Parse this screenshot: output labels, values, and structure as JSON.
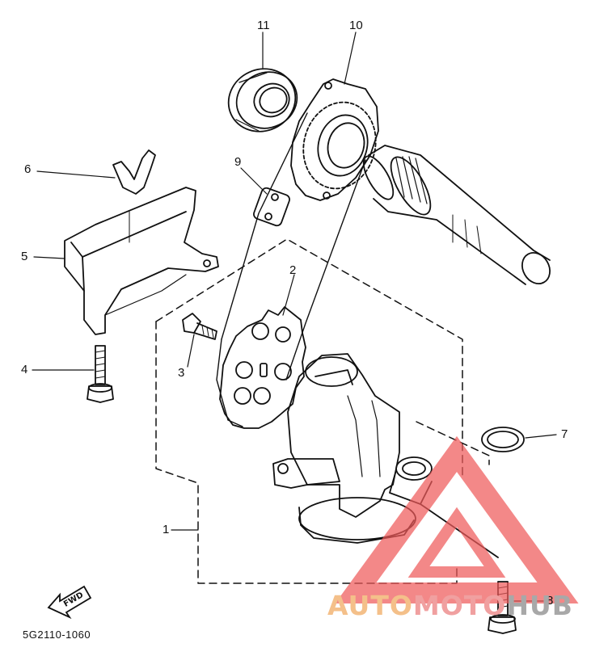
{
  "callouts": [
    {
      "id": "1",
      "text": "1"
    },
    {
      "id": "2",
      "text": "2"
    },
    {
      "id": "3",
      "text": "3"
    },
    {
      "id": "4",
      "text": "4"
    },
    {
      "id": "5",
      "text": "5"
    },
    {
      "id": "6",
      "text": "6"
    },
    {
      "id": "7",
      "text": "7"
    },
    {
      "id": "8",
      "text": "8"
    },
    {
      "id": "9",
      "text": "9"
    },
    {
      "id": "10",
      "text": "10"
    },
    {
      "id": "11",
      "text": "11"
    }
  ],
  "direction_arrow": {
    "text": "FWD"
  },
  "diagram_code": "5G2110-1060",
  "watermark": {
    "part1": "AUTO",
    "part2": "MOTO",
    "part3": "HUB",
    "color_part1": "#f4c08a",
    "color_part2": "#f0a0a0",
    "color_part3": "#a8a8a8",
    "triangle_color": "#ee5a5a"
  }
}
